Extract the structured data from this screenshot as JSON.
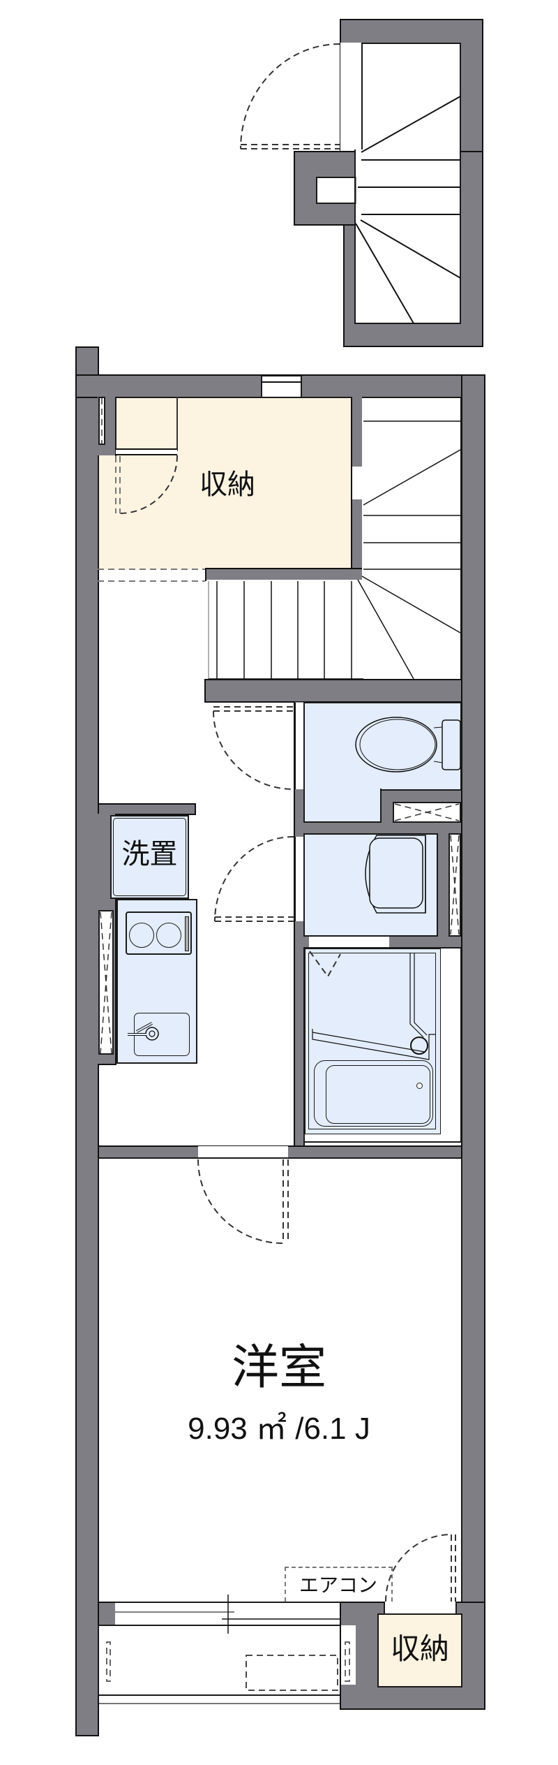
{
  "floorplan": {
    "upper_level": {
      "name": "stair-landing",
      "has_door": true
    },
    "rooms": {
      "storage_main": {
        "label": "収納"
      },
      "laundry": {
        "label": "洗置"
      },
      "western_room": {
        "label": "洋室",
        "area_text": "9.93 ㎡ /6.1 J",
        "area_sqm": 9.93,
        "jo": 6.1
      },
      "aircon": {
        "label": "エアコン"
      },
      "storage_small": {
        "label": "収納"
      }
    },
    "colors": {
      "wall": "#7f7e85",
      "storage_fill": "#fdf3e1",
      "wet_area_fill": "#e3edfb",
      "line": "#111111",
      "background": "#ffffff"
    }
  }
}
